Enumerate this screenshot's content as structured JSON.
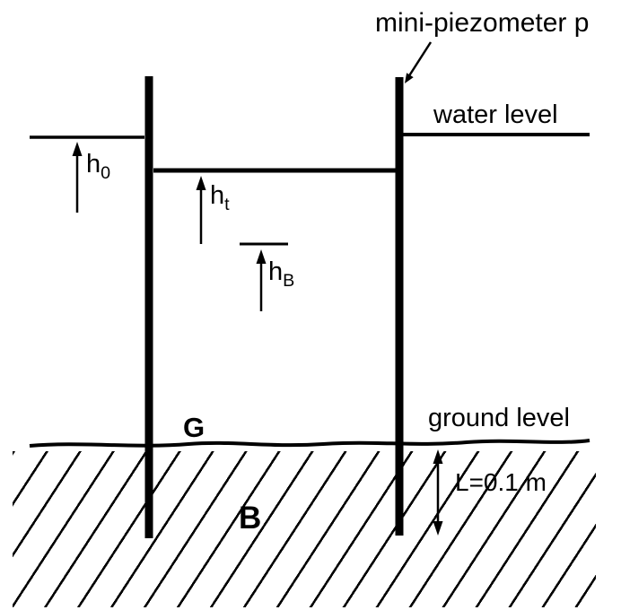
{
  "labels": {
    "piezometer": "mini-piezometer p",
    "water_level": "water level",
    "ground_level": "ground level",
    "h0": {
      "base": "h",
      "sub": "0"
    },
    "ht": {
      "base": "h",
      "sub": "t"
    },
    "hB": {
      "base": "h",
      "sub": "B"
    },
    "point_G": "G",
    "point_B": "B",
    "depth": "L=0.1 m"
  },
  "colors": {
    "ink": "#000000",
    "paper": "#ffffff"
  }
}
